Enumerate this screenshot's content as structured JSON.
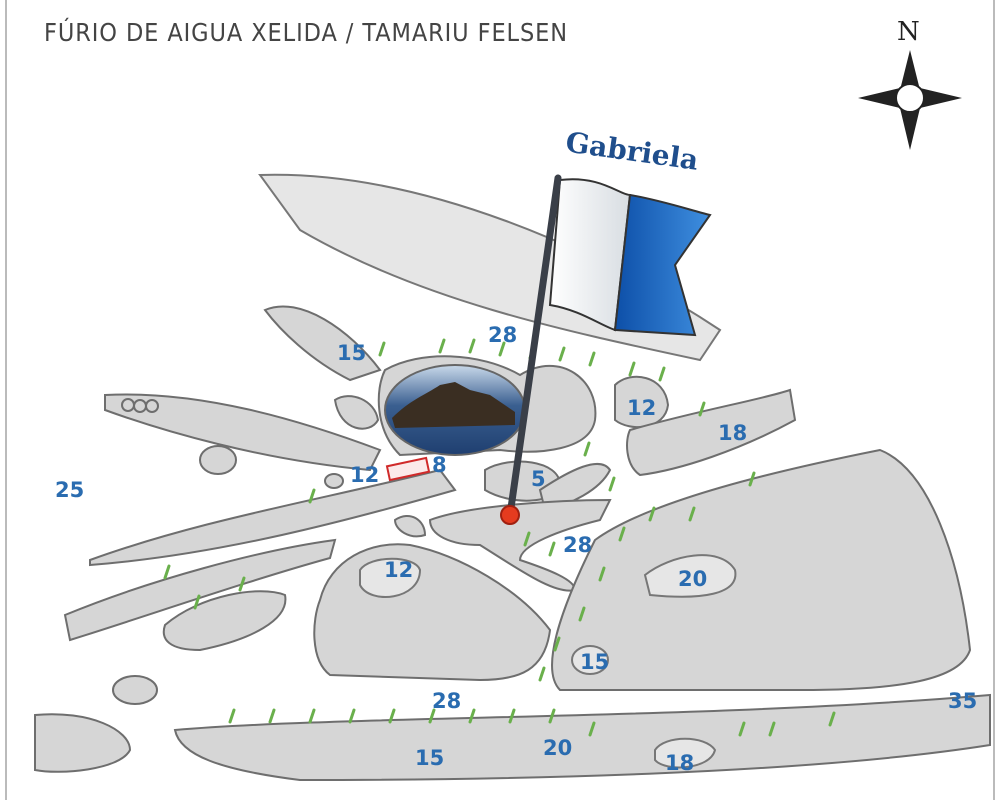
{
  "title": "FÚRIO DE AIGUA XELIDA / TAMARIU FELSEN",
  "compass": {
    "north_label": "N",
    "icon": "compass-rose-icon"
  },
  "flag": {
    "label": "Gabriela",
    "colors": {
      "white": "#ffffff",
      "blue": "#1f6fc4"
    },
    "marker_color": "#e53b1f"
  },
  "depth_color": "#2a6cb0",
  "depths": {
    "d28_top": "28",
    "d15_left": "15",
    "d12_right": "12",
    "d18_right": "18",
    "d25_left": "25",
    "d12_mid": "12",
    "d8": "8",
    "d5": "5",
    "d28_mid": "28",
    "d12_low": "12",
    "d20_right": "20",
    "d15_mid": "15",
    "d28_low": "28",
    "d35": "35",
    "d15_bottom": "15",
    "d20_bottom": "20",
    "d18_bottom": "18"
  }
}
